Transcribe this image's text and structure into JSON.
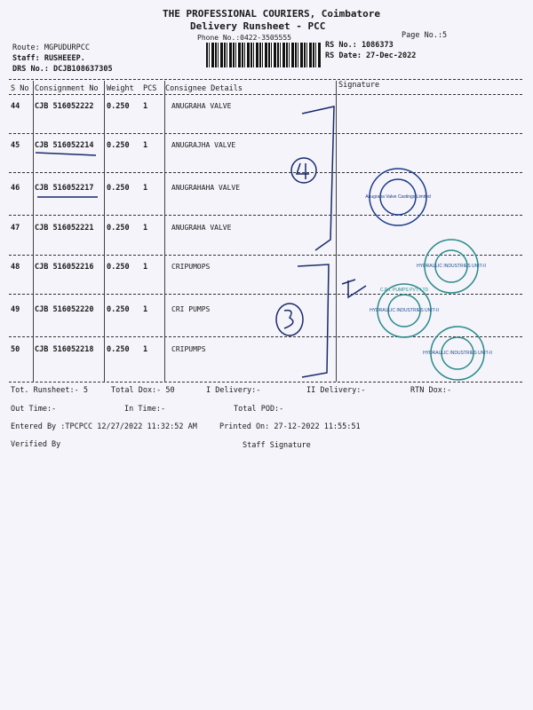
{
  "header": {
    "company": "THE PROFESSIONAL COURIERS, Coimbatore",
    "title": "Delivery Runsheet - PCC",
    "phone": "Phone No.:0422-3505555",
    "page_no": "Page No.:5",
    "route": "Route: MGPUDURPCC",
    "staff": "Staff: RUSHEEEP.",
    "drs_no": "DRS No.: DCJB108637305",
    "rs_no": "RS No.: 1086373",
    "rs_date": "RS Date: 27-Dec-2022"
  },
  "columns": [
    "S No",
    "Consignment No",
    "Weight",
    "PCS",
    "Consignee Details",
    "Signature"
  ],
  "rows": [
    {
      "sno": "44",
      "cn": "CJB 516052222",
      "weight": "0.250",
      "pcs": "1",
      "consignee": "ANUGRAHA  VALVE"
    },
    {
      "sno": "45",
      "cn": "CJB 516052214",
      "weight": "0.250",
      "pcs": "1",
      "consignee": "ANUGRAJHA VALVE"
    },
    {
      "sno": "46",
      "cn": "CJB 516052217",
      "weight": "0.250",
      "pcs": "1",
      "consignee": "ANUGRAHAHA VALVE"
    },
    {
      "sno": "47",
      "cn": "CJB 516052221",
      "weight": "0.250",
      "pcs": "1",
      "consignee": "ANUGRAHA VALVE"
    },
    {
      "sno": "48",
      "cn": "CJB 516052216",
      "weight": "0.250",
      "pcs": "1",
      "consignee": "CRIPUMOPS"
    },
    {
      "sno": "49",
      "cn": "CJB 516052220",
      "weight": "0.250",
      "pcs": "1",
      "consignee": "CRI PUMPS"
    },
    {
      "sno": "50",
      "cn": "CJB 516052218",
      "weight": "0.250",
      "pcs": "1",
      "consignee": "CRIPUMPS"
    }
  ],
  "footer": {
    "tot_runsheet": "Tot. Runsheet:- 5",
    "total_dox": "Total Dox:-   50",
    "i_delivery": "I Delivery:-",
    "ii_delivery": "II Delivery:-",
    "rtn_dox": "RTN Dox:-",
    "out_time": "Out Time:-",
    "in_time": "In Time:-",
    "total_pod": "Total POD:-",
    "entered_by": "Entered By :TPCPCC 12/27/2022 11:32:52 AM",
    "printed_on": "Printed On: 27-12-2022 11:55:51",
    "verified_by": "Verified By",
    "staff_signature": "Staff Signature"
  },
  "stamps": {
    "anugraha": "Anugraha Valve Castings Limited",
    "cri_top": "C.R.I. PUMPS PVT. LTD",
    "cri_inner": "HYDRAULIC INDUSTRIES UNIT-II"
  },
  "ink": "#1a2a6a",
  "stamp_color": "#2a8a8a"
}
